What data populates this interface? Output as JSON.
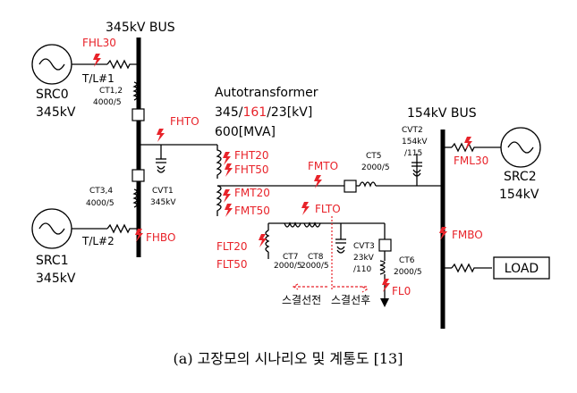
{
  "buses": {
    "hv": "345kV BUS",
    "lv": "154kV BUS"
  },
  "sources": [
    {
      "name": "SRC0",
      "voltage": "345kV"
    },
    {
      "name": "SRC1",
      "voltage": "345kV"
    },
    {
      "name": "SRC2",
      "voltage": "154kV"
    }
  ],
  "lines": {
    "tl1": "T/L#1",
    "tl2": "T/L#2"
  },
  "ct_labels": {
    "ct12_name": "CT1,2",
    "ct12_ratio": "4000/5",
    "ct34_name": "CT3,4",
    "ct34_ratio": "4000/5",
    "ct5_name": "CT5",
    "ct5_ratio": "2000/5",
    "ct6_name": "CT6",
    "ct6_ratio": "2000/5",
    "ct7_name": "CT7",
    "ct7_ratio": "2000/5",
    "ct8_name": "CT8",
    "ct8_ratio": "2000/5"
  },
  "cvt_labels": {
    "cvt1_name": "CVT1",
    "cvt1_rating": "345kV",
    "cvt2_name": "CVT2",
    "cvt2_rating": "154kV",
    "cvt2_ratio": "/115",
    "cvt3_name": "CVT3",
    "cvt3_rating": "23kV",
    "cvt3_ratio": "/110"
  },
  "transformer": {
    "title": "Autotransformer",
    "ratio_a": "345/",
    "ratio_b": "161",
    "ratio_c": "/23[kV]",
    "rating": "600[MVA]"
  },
  "faults": {
    "fhl30": "FHL30",
    "fhto": "FHTO",
    "fhbo": "FHBO",
    "fht20": "FHT20",
    "fht50": "FHT50",
    "fmt20": "FMT20",
    "fmt50": "FMT50",
    "fmto": "FMTO",
    "flto": "FLTO",
    "flt20": "FLT20",
    "flt50": "FLT50",
    "fml30": "FML30",
    "fmbo": "FMBO",
    "fl0": "FL0"
  },
  "load": "LOAD",
  "delta_before": "스결선전",
  "delta_after": "스결선후",
  "caption": "(a) 고장모의 시나리오 및 계통도 [13]",
  "colors": {
    "fault_red": "#e8232a",
    "line_black": "#000000"
  }
}
